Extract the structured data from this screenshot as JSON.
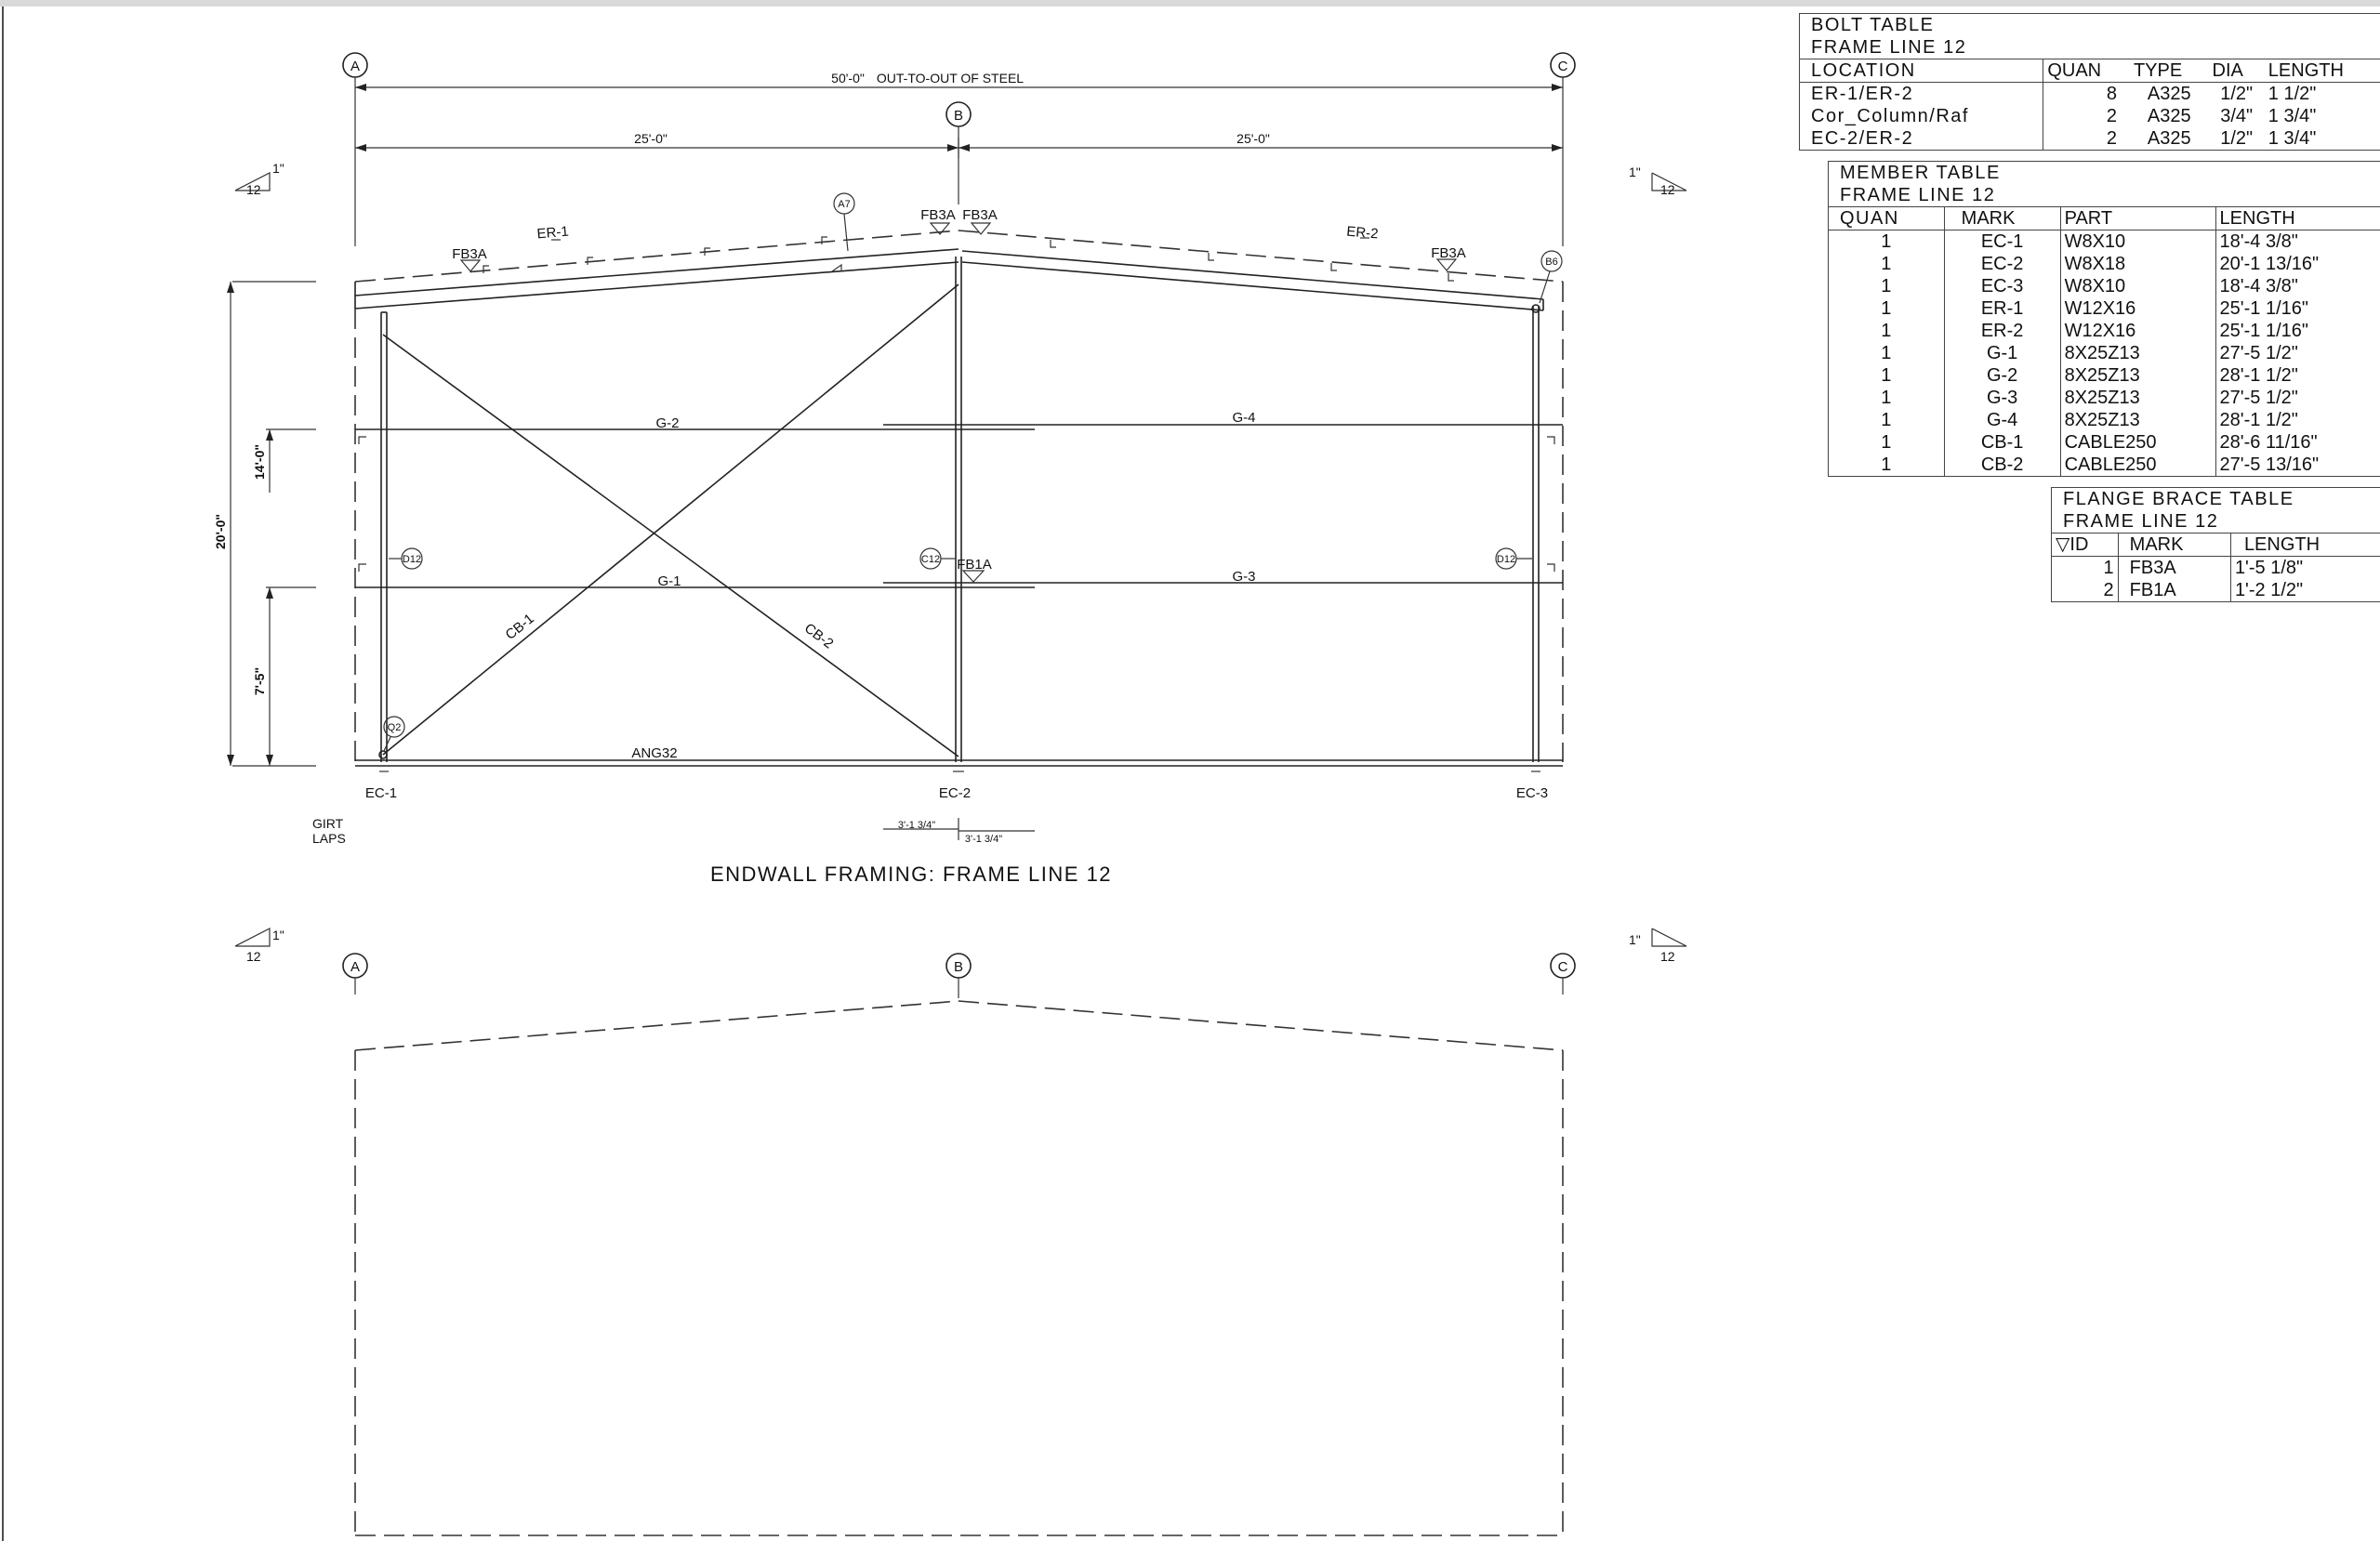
{
  "drawing": {
    "title": "ENDWALL FRAMING: FRAME LINE 12",
    "grid_lines": [
      "A",
      "B",
      "C"
    ],
    "dimensions": {
      "overall": "50'-0\"",
      "overall_note": "OUT-TO-OUT OF STEEL",
      "bay_left": "25'-0\"",
      "bay_right": "25'-0\"",
      "height_total": "20'-0\"",
      "height_upper": "14'-0\"",
      "height_lower": "7'-5\"",
      "lap_left": "3'-1 3/4\"",
      "lap_right": "3'-1 3/4\""
    },
    "slope": {
      "rise": "1\"",
      "run": "12"
    },
    "members": {
      "er1": "ER-1",
      "er2": "ER-2",
      "g1": "G-1",
      "g2": "G-2",
      "g3": "G-3",
      "g4": "G-4",
      "cb1": "CB-1",
      "cb2": "CB-2",
      "ang": "ANG32",
      "ec1": "EC-1",
      "ec2": "EC-2",
      "ec3": "EC-3"
    },
    "flange_braces": {
      "fb3a": "FB3A",
      "fb1a": "FB1A"
    },
    "connections": {
      "a7": "A7",
      "b6": "B6",
      "d12": "D12",
      "c12": "C12",
      "q2": "Q2"
    },
    "girt_laps": [
      "GIRT",
      "LAPS"
    ]
  },
  "bolt_table": {
    "title": "BOLT TABLE",
    "subtitle": "FRAME LINE 12",
    "headers": [
      "LOCATION",
      "QUAN",
      "TYPE",
      "DIA",
      "LENGTH"
    ],
    "rows": [
      [
        "ER-1/ER-2",
        "8",
        "A325",
        "1/2\"",
        "1 1/2\""
      ],
      [
        "Cor_Column/Raf",
        "2",
        "A325",
        "3/4\"",
        "1 3/4\""
      ],
      [
        "EC-2/ER-2",
        "2",
        "A325",
        "1/2\"",
        "1 3/4\""
      ]
    ]
  },
  "member_table": {
    "title": "MEMBER TABLE",
    "subtitle": "FRAME LINE 12",
    "headers": [
      "QUAN",
      "MARK",
      "PART",
      "LENGTH"
    ],
    "rows": [
      [
        "1",
        "EC-1",
        "W8X10",
        "18'-4 3/8\""
      ],
      [
        "1",
        "EC-2",
        "W8X18",
        "20'-1 13/16\""
      ],
      [
        "1",
        "EC-3",
        "W8X10",
        "18'-4 3/8\""
      ],
      [
        "1",
        "ER-1",
        "W12X16",
        "25'-1 1/16\""
      ],
      [
        "1",
        "ER-2",
        "W12X16",
        "25'-1 1/16\""
      ],
      [
        "1",
        "G-1",
        "8X25Z13",
        "27'-5 1/2\""
      ],
      [
        "1",
        "G-2",
        "8X25Z13",
        "28'-1 1/2\""
      ],
      [
        "1",
        "G-3",
        "8X25Z13",
        "27'-5 1/2\""
      ],
      [
        "1",
        "G-4",
        "8X25Z13",
        "28'-1 1/2\""
      ],
      [
        "1",
        "CB-1",
        "CABLE250",
        "28'-6 11/16\""
      ],
      [
        "1",
        "CB-2",
        "CABLE250",
        "27'-5 13/16\""
      ]
    ]
  },
  "flange_brace_table": {
    "title": "FLANGE BRACE TABLE",
    "subtitle": "FRAME LINE 12",
    "headers": [
      "ID",
      "MARK",
      "LENGTH"
    ],
    "rows": [
      [
        "1",
        "FB3A",
        "1'-5 1/8\""
      ],
      [
        "2",
        "FB1A",
        "1'-2 1/2\""
      ]
    ]
  }
}
